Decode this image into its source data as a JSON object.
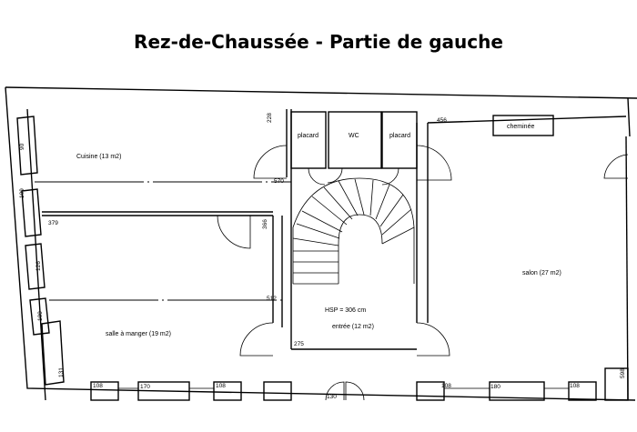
{
  "title": "Rez-de-Chaussée - Partie de gauche",
  "rooms": {
    "cuisine": "Cuisine (13 m2)",
    "salle_a_manger": "salle à manger (19 m2)",
    "salon": "salon (27 m2)",
    "entree": "entrée (12 m2)",
    "hsp": "HSP = 306 cm",
    "placard_left": "placard",
    "wc": "WC",
    "placard_right": "placard",
    "cheminee": "cheminée"
  },
  "dimensions": {
    "d90": "90",
    "d109_top": "109",
    "d126": "126",
    "d109_bottom": "109",
    "d131": "131",
    "d228": "228",
    "d570": "570",
    "d379": "379",
    "d366": "366",
    "d512": "512",
    "d275": "275",
    "d456": "456",
    "d598": "598",
    "d108_a": "108",
    "d170": "170",
    "d108_b": "108",
    "d130": "130",
    "d108_c": "108",
    "d180": "180",
    "d108_d": "108"
  }
}
